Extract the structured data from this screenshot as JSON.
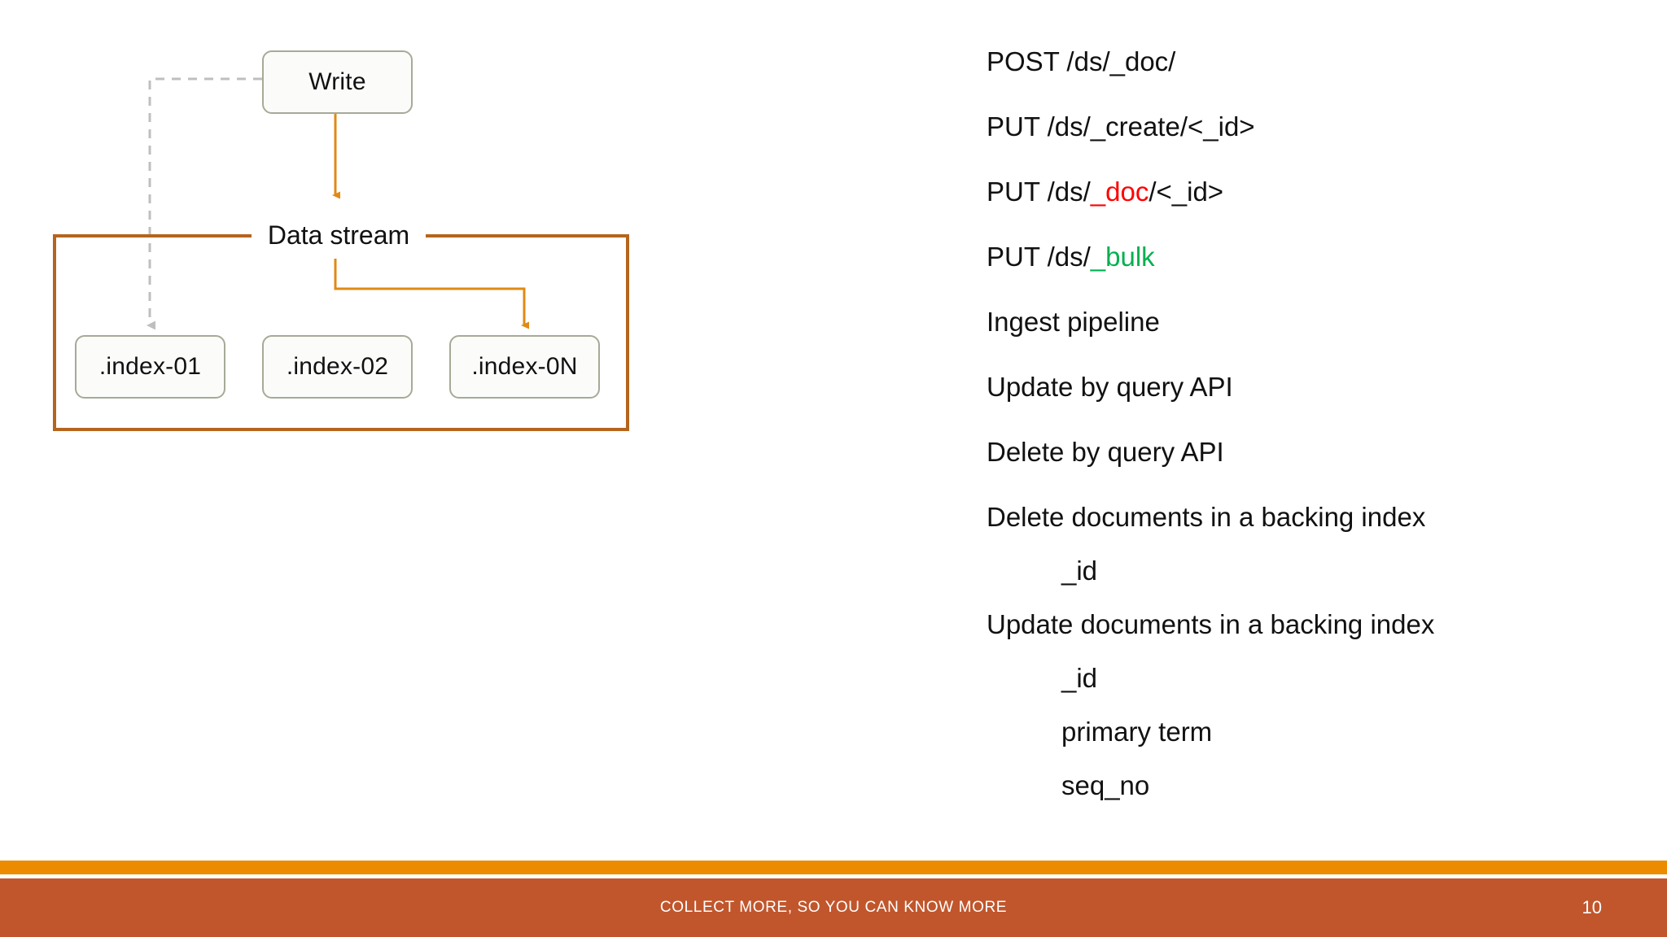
{
  "slide": {
    "page_number": "10",
    "footer_title": "COLLECT MORE, SO YOU CAN KNOW MORE"
  },
  "colors": {
    "accent_orange": "#ED8B00",
    "footer_band": "#C1562C",
    "container_border": "#B5651D",
    "node_border": "#A6AA96",
    "arrow_orange": "#E08A14",
    "dashed_gray": "#BFBFBF",
    "highlight_red": "#FF0000",
    "highlight_green": "#00B050"
  },
  "diagram": {
    "write_node": "Write",
    "container_label": "Data stream",
    "backing_indices": [
      {
        "label": ".index-01"
      },
      {
        "label": ".index-02"
      },
      {
        "label": ".index-0N"
      }
    ],
    "connectors": [
      {
        "name": "write-to-datastream",
        "style": "solid",
        "color": "#E08A14"
      },
      {
        "name": "write-to-index-01",
        "style": "dashed",
        "color": "#BFBFBF"
      },
      {
        "name": "datastream-to-index-0N",
        "style": "solid",
        "color": "#E08A14"
      }
    ]
  },
  "text_list": [
    {
      "id": "post-ds-doc",
      "indent": false,
      "segments": [
        {
          "text": "POST /ds/_doc/",
          "color": "default"
        }
      ]
    },
    {
      "id": "put-ds-create-id",
      "indent": false,
      "segments": [
        {
          "text": "PUT /ds/_create/<_id>",
          "color": "default"
        }
      ]
    },
    {
      "id": "put-ds-doc-id",
      "indent": false,
      "segments": [
        {
          "text": "PUT /ds/",
          "color": "default"
        },
        {
          "text": "_doc",
          "color": "red"
        },
        {
          "text": "/<_id>",
          "color": "default"
        }
      ]
    },
    {
      "id": "put-ds-bulk",
      "indent": false,
      "segments": [
        {
          "text": "PUT /ds/",
          "color": "default"
        },
        {
          "text": "_bulk",
          "color": "green"
        }
      ]
    },
    {
      "id": "ingest-pipeline",
      "indent": false,
      "segments": [
        {
          "text": "Ingest pipeline",
          "color": "default"
        }
      ]
    },
    {
      "id": "update-by-query-api",
      "indent": false,
      "segments": [
        {
          "text": "Update by query API",
          "color": "default"
        }
      ]
    },
    {
      "id": "delete-by-query-api",
      "indent": false,
      "segments": [
        {
          "text": "Delete by query API",
          "color": "default"
        }
      ]
    },
    {
      "id": "delete-documents-backing-index",
      "indent": false,
      "segments": [
        {
          "text": "Delete documents in a backing index",
          "color": "default"
        }
      ]
    },
    {
      "id": "delete-field-id",
      "indent": true,
      "segments": [
        {
          "text": "_id",
          "color": "default"
        }
      ]
    },
    {
      "id": "update-documents-backing-index",
      "indent": false,
      "segments": [
        {
          "text": "Update documents in a backing index",
          "color": "default"
        }
      ]
    },
    {
      "id": "update-field-id",
      "indent": true,
      "segments": [
        {
          "text": "_id",
          "color": "default"
        }
      ]
    },
    {
      "id": "update-field-primary-term",
      "indent": true,
      "segments": [
        {
          "text": "primary term",
          "color": "default"
        }
      ]
    },
    {
      "id": "update-field-seq-no",
      "indent": true,
      "segments": [
        {
          "text": "seq_no",
          "color": "default"
        }
      ]
    }
  ]
}
